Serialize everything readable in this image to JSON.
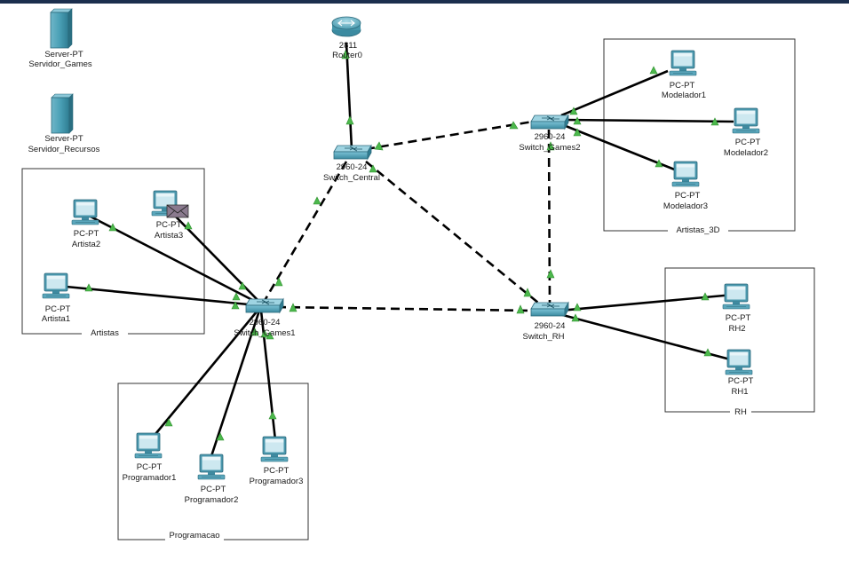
{
  "areas": [
    {
      "id": "artistas",
      "label": "Artistas"
    },
    {
      "id": "programacao",
      "label": "Programacao"
    },
    {
      "id": "artistas3d",
      "label": "Artistas_3D"
    },
    {
      "id": "rh",
      "label": "RH"
    }
  ],
  "devices": [
    {
      "id": "servidor_games",
      "type": "server",
      "model": "Server-PT",
      "name": "Servidor_Games"
    },
    {
      "id": "servidor_recursos",
      "type": "server",
      "model": "Server-PT",
      "name": "Servidor_Recursos"
    },
    {
      "id": "router0",
      "type": "router",
      "model": "2811",
      "name": "Router0"
    },
    {
      "id": "switch_central",
      "type": "switch",
      "model": "2960-24",
      "name": "Switch_Central"
    },
    {
      "id": "switch_games2",
      "type": "switch",
      "model": "2960-24",
      "name": "Switch_Games2"
    },
    {
      "id": "switch_games1",
      "type": "switch",
      "model": "2960-24",
      "name": "Switch_Games1"
    },
    {
      "id": "switch_rh",
      "type": "switch",
      "model": "2960-24",
      "name": "Switch_RH"
    },
    {
      "id": "artista2",
      "type": "pc",
      "model": "PC-PT",
      "name": "Artista2"
    },
    {
      "id": "artista3",
      "type": "pc",
      "model": "PC-PT",
      "name": "Artista3",
      "has_message": true
    },
    {
      "id": "artista1",
      "type": "pc",
      "model": "PC-PT",
      "name": "Artista1"
    },
    {
      "id": "programador1",
      "type": "pc",
      "model": "PC-PT",
      "name": "Programador1"
    },
    {
      "id": "programador2",
      "type": "pc",
      "model": "PC-PT",
      "name": "Programador2"
    },
    {
      "id": "programador3",
      "type": "pc",
      "model": "PC-PT",
      "name": "Programador3"
    },
    {
      "id": "modelador1",
      "type": "pc",
      "model": "PC-PT",
      "name": "Modelador1"
    },
    {
      "id": "modelador2",
      "type": "pc",
      "model": "PC-PT",
      "name": "Modelador2"
    },
    {
      "id": "modelador3",
      "type": "pc",
      "model": "PC-PT",
      "name": "Modelador3"
    },
    {
      "id": "rh2",
      "type": "pc",
      "model": "PC-PT",
      "name": "RH2"
    },
    {
      "id": "rh1",
      "type": "pc",
      "model": "PC-PT",
      "name": "RH1"
    }
  ],
  "links": [
    {
      "from": "router0",
      "to": "switch_central",
      "style": "solid"
    },
    {
      "from": "switch_central",
      "to": "switch_games2",
      "style": "dashed"
    },
    {
      "from": "switch_central",
      "to": "switch_games1",
      "style": "dashed"
    },
    {
      "from": "switch_central",
      "to": "switch_rh",
      "style": "dashed"
    },
    {
      "from": "switch_games1",
      "to": "switch_rh",
      "style": "dashed"
    },
    {
      "from": "switch_games2",
      "to": "switch_rh",
      "style": "dashed"
    },
    {
      "from": "switch_games2",
      "to": "modelador1",
      "style": "solid"
    },
    {
      "from": "switch_games2",
      "to": "modelador2",
      "style": "solid"
    },
    {
      "from": "switch_games2",
      "to": "modelador3",
      "style": "solid"
    },
    {
      "from": "switch_games1",
      "to": "artista2",
      "style": "solid"
    },
    {
      "from": "switch_games1",
      "to": "artista3",
      "style": "solid"
    },
    {
      "from": "switch_games1",
      "to": "artista1",
      "style": "solid"
    },
    {
      "from": "switch_games1",
      "to": "programador1",
      "style": "solid"
    },
    {
      "from": "switch_games1",
      "to": "programador2",
      "style": "solid"
    },
    {
      "from": "switch_games1",
      "to": "programador3",
      "style": "solid"
    },
    {
      "from": "switch_rh",
      "to": "rh2",
      "style": "solid"
    },
    {
      "from": "switch_rh",
      "to": "rh1",
      "style": "solid"
    }
  ],
  "colors": {
    "cable": "#000000",
    "port_up": "#4cb84c",
    "device": "#3f93a8",
    "area_border": "#333333",
    "top_bar": "#1c2f4e"
  }
}
